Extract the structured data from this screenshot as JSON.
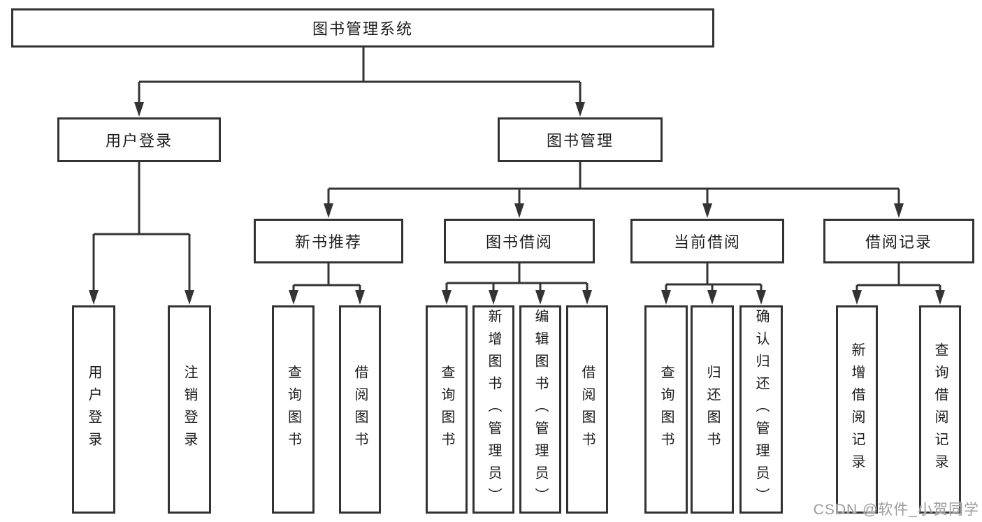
{
  "diagram": {
    "root": {
      "label": "图书管理系统"
    },
    "level2": [
      {
        "label": "用户登录"
      },
      {
        "label": "图书管理"
      }
    ],
    "level3": [
      {
        "label": "新书推荐"
      },
      {
        "label": "图书借阅"
      },
      {
        "label": "当前借阅"
      },
      {
        "label": "借阅记录"
      }
    ],
    "leaves": {
      "userLogin": [
        {
          "label": "用户登录"
        },
        {
          "label": "注销登录"
        }
      ],
      "newBooks": [
        {
          "label": "查询图书"
        },
        {
          "label": "借阅图书"
        }
      ],
      "bookBorrow": [
        {
          "label": "查询图书"
        },
        {
          "label": "新增图书（管理员）"
        },
        {
          "label": "编辑图书（管理员）"
        },
        {
          "label": "借阅图书"
        }
      ],
      "currentBorrow": [
        {
          "label": "查询图书"
        },
        {
          "label": "归还图书"
        },
        {
          "label": "确认归还（管理员）"
        }
      ],
      "borrowRecords": [
        {
          "label": "新增借阅记录"
        },
        {
          "label": "查询借阅记录"
        }
      ]
    },
    "watermark": "CSDN @软件_小贺同学",
    "colors": {
      "line": "#333333",
      "border": "#333333",
      "text": "#1c1c1c",
      "watermark": "#9b9b9b",
      "background": "#ffffff"
    }
  }
}
